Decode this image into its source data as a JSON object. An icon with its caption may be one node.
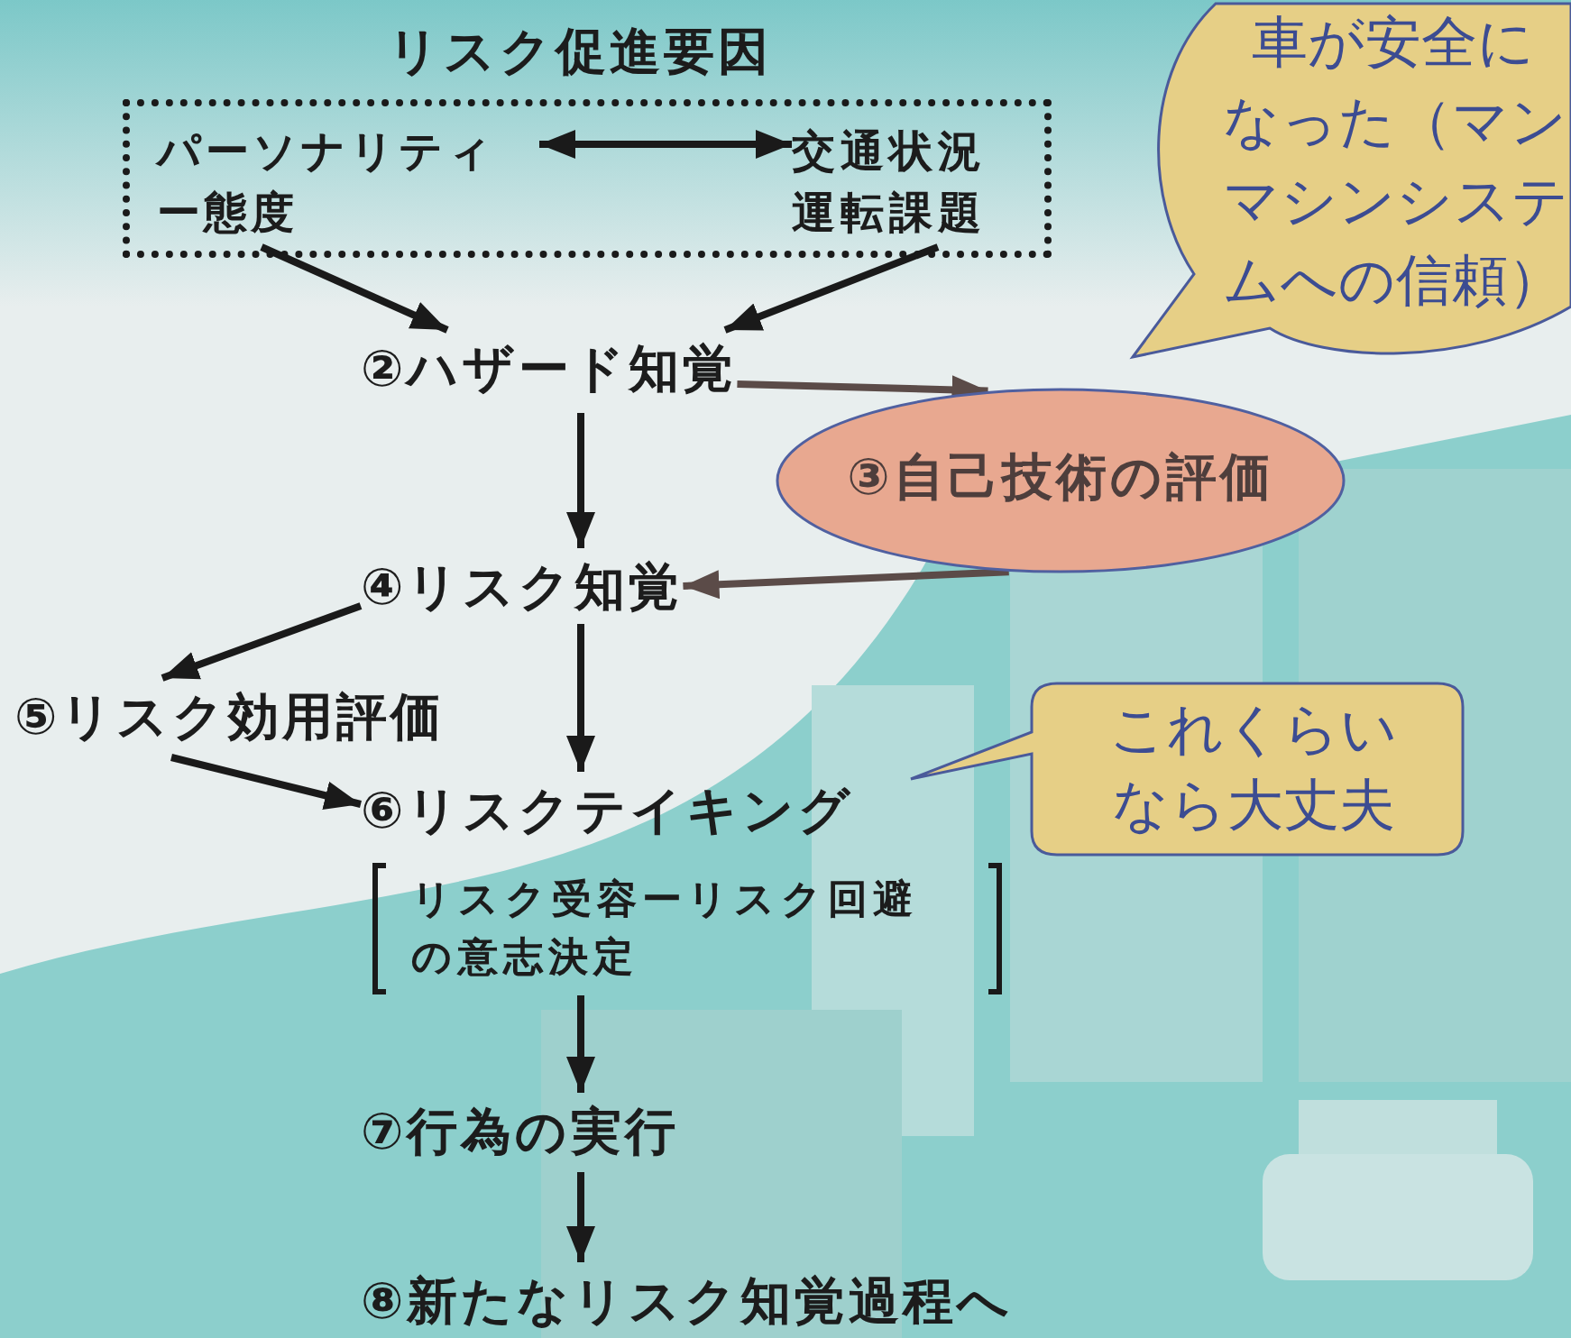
{
  "diagram": {
    "nodes": [
      {
        "text": [
          "リスク促進要因"
        ]
      },
      {
        "text": [
          "パーソナリティー態度"
        ],
        "in": 0
      },
      {
        "text": [
          "交通状況運転課題"
        ],
        "in": 0
      },
      {
        "text": [
          "②ハザード知覚"
        ]
      },
      {
        "text": [
          "③自己技術の評価"
        ]
      },
      {
        "text": [
          "④リスク知覚"
        ]
      },
      {
        "text": [
          "⑤リスク効用評価"
        ]
      },
      {
        "text": [
          "⑥リスクテイキング"
        ]
      },
      {
        "text": [
          "リスク受容ーリスク回避の意志決定"
        ]
      },
      {
        "text": [
          "⑦行為の実行"
        ]
      },
      {
        "text": [
          "⑧新たなリスク知覚過程へ"
        ]
      },
      {
        "text": [
          "車が安全になった（マンマシンシステムへの信頼）"
        ]
      },
      {
        "text": [
          "これくらいなら大丈夫"
        ]
      }
    ],
    "edges": [
      {
        "from": 1,
        "to": 2,
        "arrow": "both"
      },
      {
        "from": 1,
        "to": 3,
        "arrow": "to"
      },
      {
        "from": 2,
        "to": 3,
        "arrow": "to"
      },
      {
        "from": 3,
        "to": 4,
        "arrow": "to",
        "color": "#5b4b48"
      },
      {
        "from": 3,
        "to": 5,
        "arrow": "to"
      },
      {
        "from": 4,
        "to": 5,
        "arrow": "to",
        "color": "#5b4b48"
      },
      {
        "from": 5,
        "to": 6,
        "arrow": "to"
      },
      {
        "from": 5,
        "to": 7,
        "arrow": "to"
      },
      {
        "from": 6,
        "to": 7,
        "arrow": "to"
      },
      {
        "from": 8,
        "to": 9,
        "arrow": "to"
      },
      {
        "from": 9,
        "to": 10,
        "arrow": "to"
      }
    ]
  }
}
